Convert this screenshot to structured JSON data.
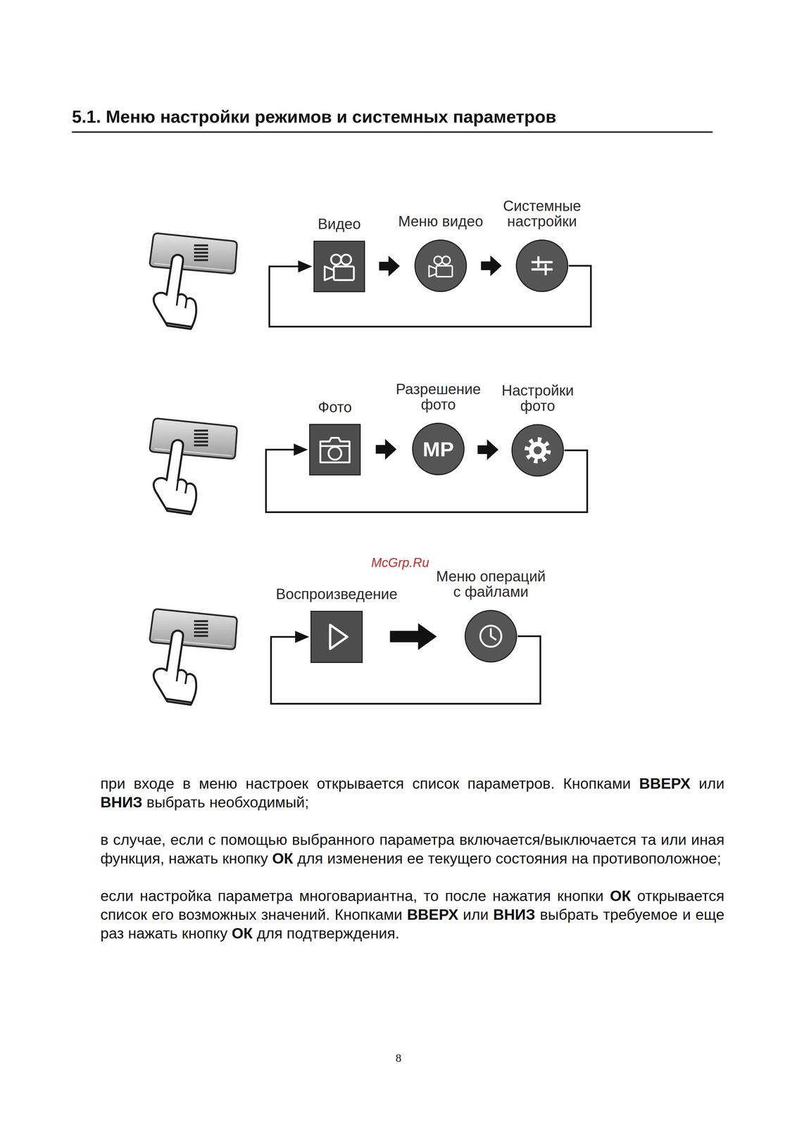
{
  "diagram": {
    "title": "5.1. Меню настройки режимов и системных параметров",
    "nodes": [
      {
        "text": [
          "Видео"
        ]
      },
      {
        "text": [
          "Меню видео"
        ]
      },
      {
        "text": [
          "Системные настройки"
        ]
      },
      {
        "text": [
          "Фото"
        ]
      },
      {
        "text": [
          "Разрешение фото",
          "MP"
        ]
      },
      {
        "text": [
          "Настройки фото"
        ]
      },
      {
        "text": [
          "Воспроизведение"
        ]
      },
      {
        "text": [
          "Меню операций с файлами"
        ]
      }
    ],
    "edges": [
      {
        "from": 0,
        "to": 1,
        "arrow": "to"
      },
      {
        "from": 1,
        "to": 2,
        "arrow": "to"
      },
      {
        "from": 2,
        "to": 0,
        "arrow": "to"
      },
      {
        "from": 3,
        "to": 4,
        "arrow": "to"
      },
      {
        "from": 4,
        "to": 5,
        "arrow": "to"
      },
      {
        "from": 5,
        "to": 3,
        "arrow": "to"
      },
      {
        "from": 6,
        "to": 7,
        "arrow": "to"
      },
      {
        "from": 7,
        "to": 6,
        "arrow": "to"
      }
    ],
    "labels": [
      "McGrp.Ru",
      "при входе в меню настроек открывается список параметров. Кнопками",
      "ВВЕРХ",
      "или",
      "ВНИЗ",
      "выбрать необходимый;",
      "в случае, если с помощью выбранного параметра включается/выключается та или иная функция, нажать кнопку",
      "ОК",
      "для изменения ее текущего состояния на противоположное;",
      "если настройка параметра многовариантна, то после нажатия кнопки",
      "ОК",
      "открывается список его возможных значений. Кнопками",
      "ВВЕРХ",
      "или",
      "ВНИЗ",
      "выбрать требуемое и еще раз нажать кнопку",
      "ОК",
      "для подтверждения.",
      "8"
    ]
  }
}
